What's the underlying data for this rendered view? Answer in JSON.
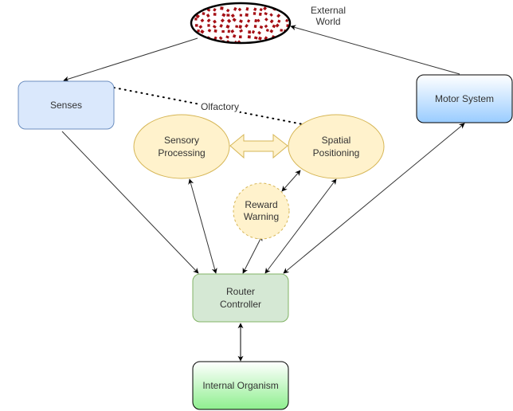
{
  "nodes": {
    "external_world": {
      "label_line1": "External",
      "label_line2": "World",
      "texture_color": "#a50f15"
    },
    "senses": {
      "label": "Senses",
      "fill": "#dae8fc",
      "stroke": "#6c8ebf"
    },
    "motor_system": {
      "label": "Motor System"
    },
    "sensory_processing": {
      "label_line1": "Sensory",
      "label_line2": "Processing"
    },
    "spatial_positioning": {
      "label_line1": "Spatial",
      "label_line2": "Positioning"
    },
    "reward_warning": {
      "label_line1": "Reward",
      "label_line2": "Warning"
    },
    "router_controller": {
      "label_line1": "Router",
      "label_line2": "Controller",
      "fill": "#d5e8d4",
      "stroke": "#82b366"
    },
    "internal_organism": {
      "label": "Internal Organism"
    }
  },
  "edges": {
    "olfactory_label": "Olfactory"
  },
  "colors": {
    "ellipse_fill": "#fff2cc",
    "ellipse_stroke": "#d6b656",
    "line": "#333333"
  }
}
